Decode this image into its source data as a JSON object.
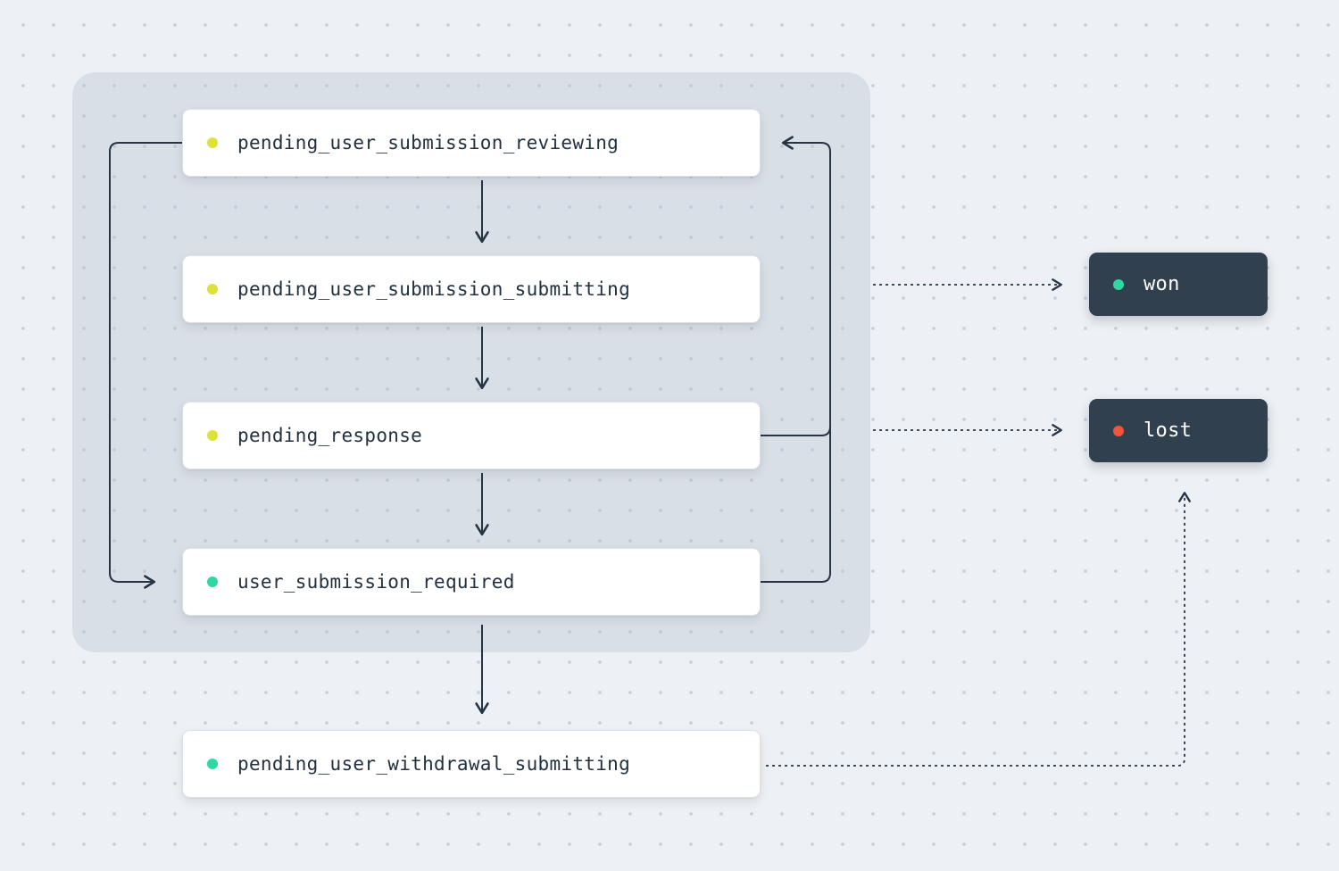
{
  "diagram": {
    "title": "state-machine-flow",
    "colors": {
      "page_bg": "#edf0f4",
      "dot_grid": "#c6cdd7",
      "group_bg": "rgba(172,186,199,0.30)",
      "state_bg": "#ffffff",
      "state_text": "#22313f",
      "terminal_bg": "#31404e",
      "terminal_text": "#ffffff",
      "arrow": "#273444",
      "pending_dot": "#dde23a",
      "ready_dot": "#2fd8a3",
      "won_dot": "#2fd8a3",
      "lost_dot": "#f3543c"
    },
    "states": [
      {
        "label": "pending_user_submission_reviewing",
        "dot": "#dde23a"
      },
      {
        "label": "pending_user_submission_submitting",
        "dot": "#dde23a"
      },
      {
        "label": "pending_response",
        "dot": "#dde23a"
      },
      {
        "label": "user_submission_required",
        "dot": "#2fd8a3"
      },
      {
        "label": "pending_user_withdrawal_submitting",
        "dot": "#2fd8a3"
      }
    ],
    "terminals": [
      {
        "label": "won",
        "dot": "#2fd8a3"
      },
      {
        "label": "lost",
        "dot": "#f3543c"
      }
    ]
  }
}
